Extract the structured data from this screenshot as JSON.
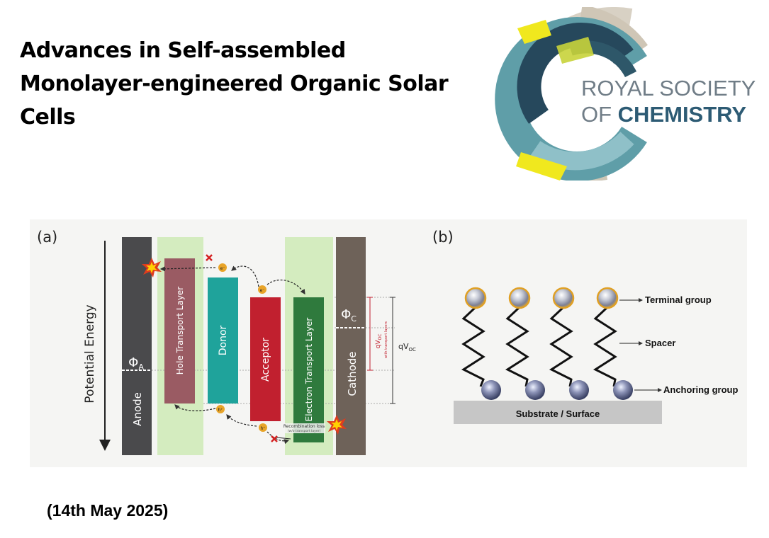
{
  "header": {
    "title": "Advances in Self-assembled Monolayer-engineered Organic Solar Cells",
    "date": "(14th May 2025)"
  },
  "logo": {
    "line1": "ROYAL SOCIETY",
    "line2_prefix": "OF ",
    "line2_bold": "CHEMISTRY",
    "colors": {
      "text_light": "#707d87",
      "text_bold": "#2d5b74",
      "teal": "#5b9aa8",
      "taupe": "#c9c2b3",
      "navy": "#26485c",
      "yellow": "#f0e81e"
    }
  },
  "figure": {
    "panel_a": {
      "label": "(a)",
      "axis_label": "Potential Energy",
      "layers": {
        "anode": "Anode",
        "htl": "Hole Transport Layer",
        "donor": "Donor",
        "acceptor": "Acceptor",
        "etl": "Electron Transport Layer",
        "cathode": "Cathode"
      },
      "phi_a": "Φ",
      "phi_a_sub": "A",
      "phi_c": "Φ",
      "phi_c_sub": "C",
      "qvoc_inner": "qV",
      "qvoc_inner_sub": "OC",
      "qvoc_inner_note": "with transport layers",
      "qvoc_outer": "qV",
      "qvoc_outer_sub": "OC",
      "electron_symbol": "e⁻",
      "hole_symbol": "h⁺",
      "recombination_note": "Recombination loss",
      "recombination_note_sub": "(w/o transport layer)",
      "colors": {
        "anode": "#4a4a4c",
        "htl": "#9a5b63",
        "donor": "#1fa39b",
        "acceptor": "#c1202f",
        "etl": "#2f7a3d",
        "cathode": "#6e6259",
        "transport_band": "#d4ecbf"
      }
    },
    "panel_b": {
      "label": "(b)",
      "terminal_group": "Terminal group",
      "spacer": "Spacer",
      "anchoring_group": "Anchoring group",
      "substrate": "Substrate / Surface"
    }
  }
}
